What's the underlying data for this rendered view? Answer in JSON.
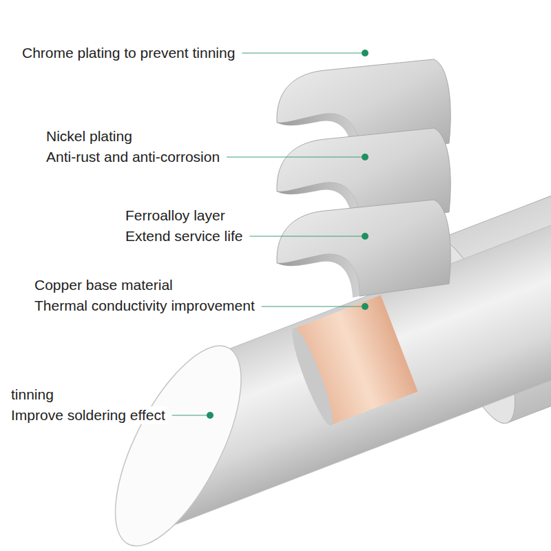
{
  "diagram": {
    "labels": [
      "Chrome plating to prevent tinning",
      "Nickel plating",
      "Anti-rust and anti-corrosion",
      "Ferroalloy layer",
      "Extend service life",
      "Copper base material",
      "Thermal conductivity improvement",
      "tinning",
      "Improve soldering effect"
    ]
  }
}
